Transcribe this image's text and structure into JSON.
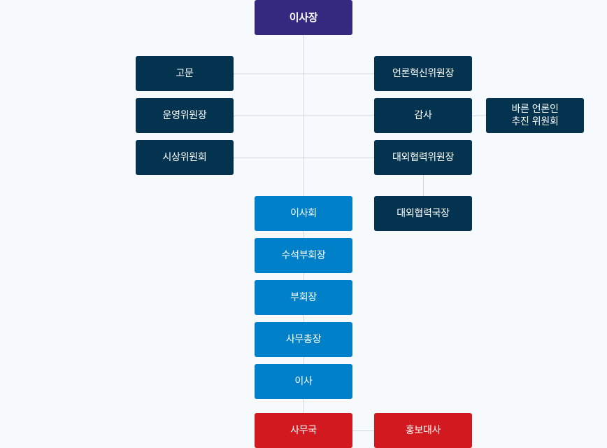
{
  "colors": {
    "background": "#f6fafd",
    "line": "#cfd6dd",
    "chairman": "#35297f",
    "advisory": "#04334f",
    "board": "#0080c8",
    "secretariat": "#d21920"
  },
  "nodes": {
    "chairman": "이사장",
    "advisor": "고문",
    "steering_committee_chair": "운영위원장",
    "award_committee": "시상위원회",
    "media_innovation_chair": "언론혁신위원장",
    "auditor": "감사",
    "right_media_committee": "바른 언론인\n추진 위원회",
    "external_cooperation_chair": "대외협력위원장",
    "external_cooperation_director": "대외협력국장",
    "board_of_directors": "이사회",
    "senior_vice_chair": "수석부회장",
    "vice_chair": "부회장",
    "secretary_general": "사무총장",
    "director": "이사",
    "secretariat": "사무국",
    "ambassador": "홍보대사"
  }
}
